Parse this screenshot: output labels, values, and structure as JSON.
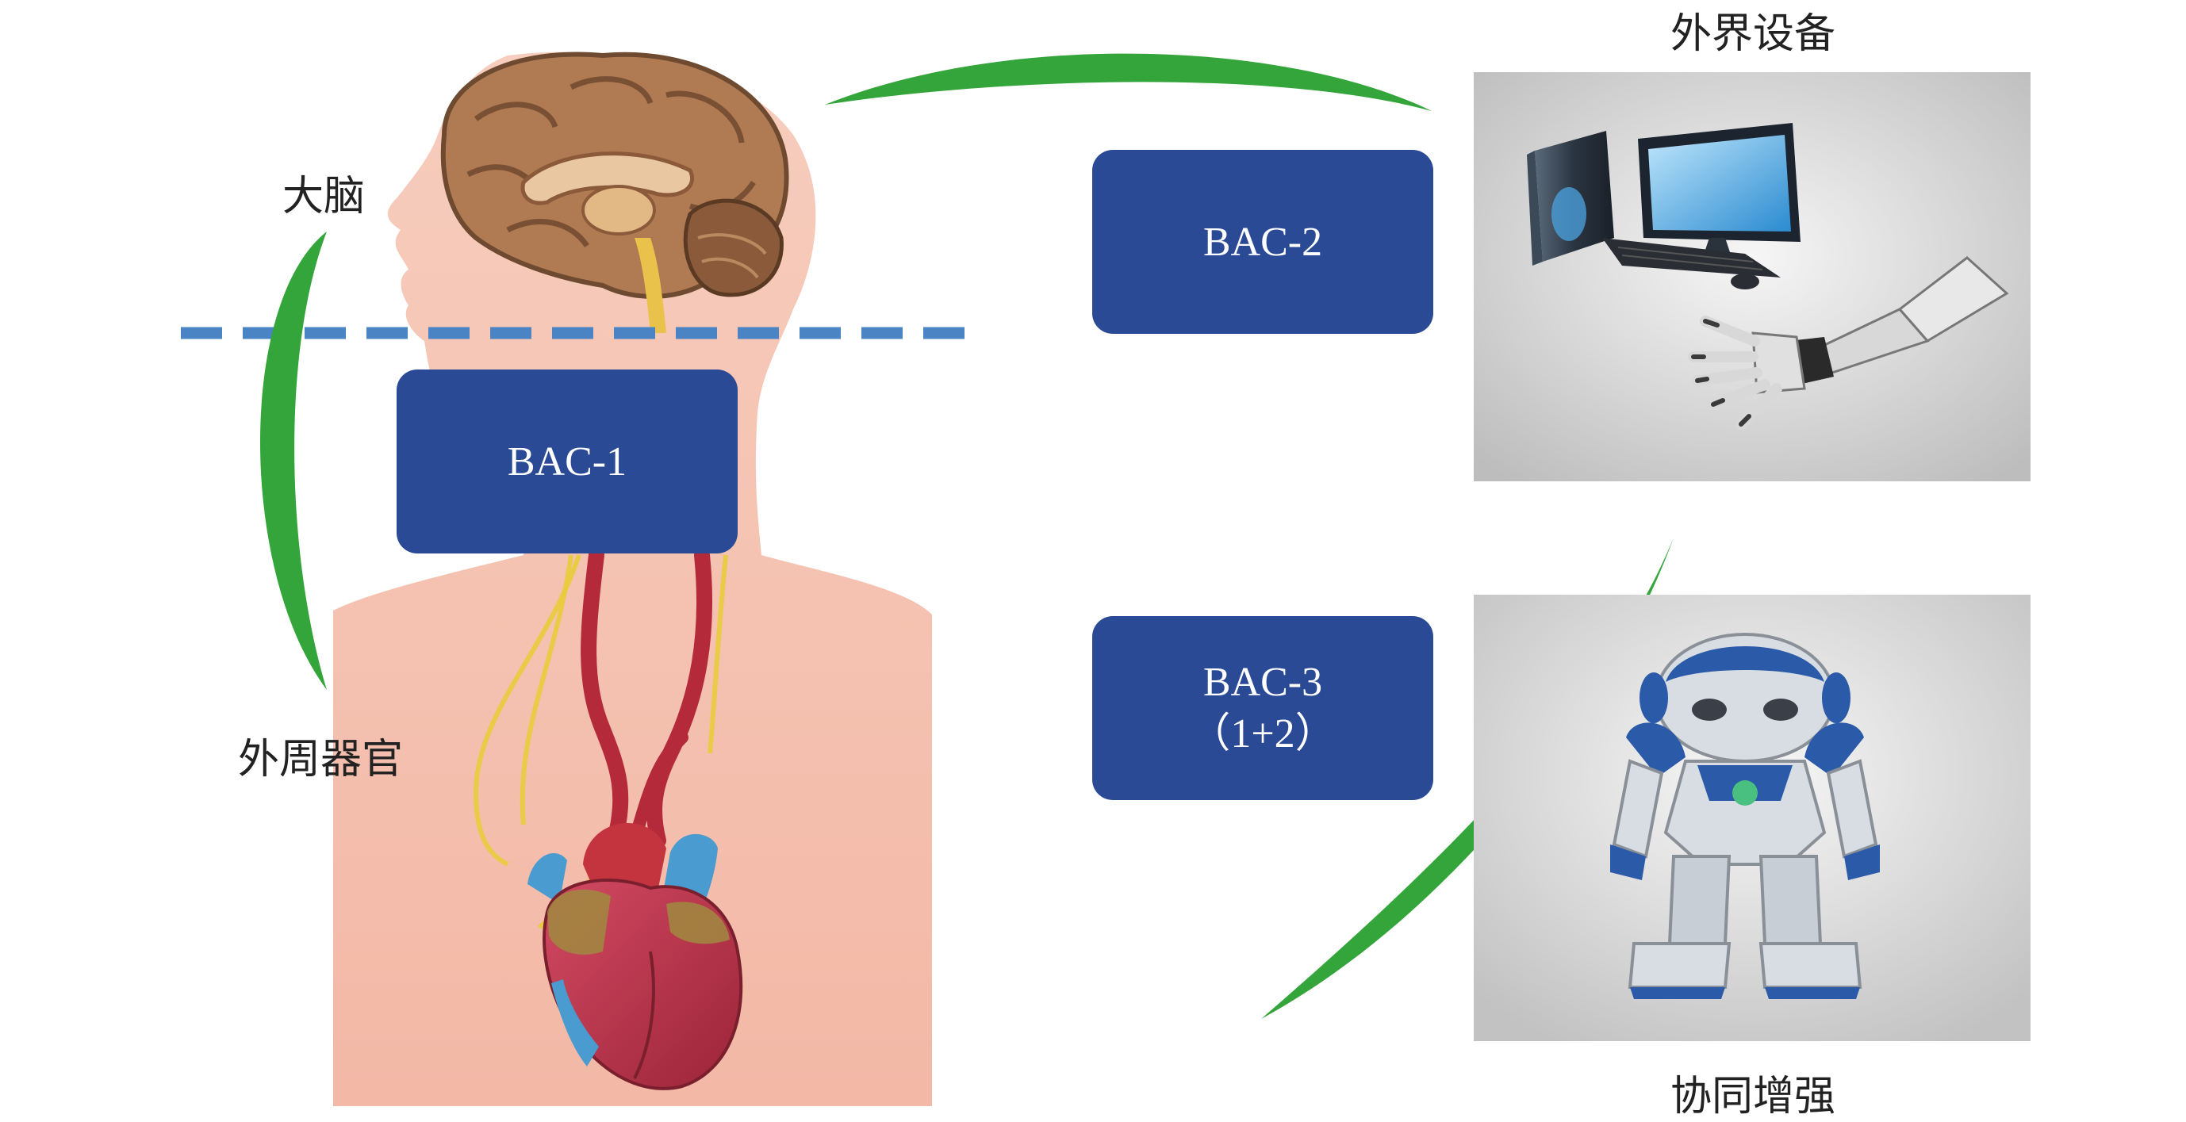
{
  "labels": {
    "brain": "大脑",
    "peripheral": "外周器官",
    "external": "外界设备",
    "synergy": "协同增强"
  },
  "boxes": {
    "bac1": "BAC-1",
    "bac2": "BAC-2",
    "bac3_line1": "BAC-3",
    "bac3_line2": "（1+2）"
  },
  "colors": {
    "box": "#2a4a96",
    "arc": "#34a53a",
    "dash": "#4a84c4",
    "skin": "#f6c6b4",
    "artery": "#b52a3a",
    "nerve": "#e8cc3c",
    "heart": "#b8344a"
  }
}
